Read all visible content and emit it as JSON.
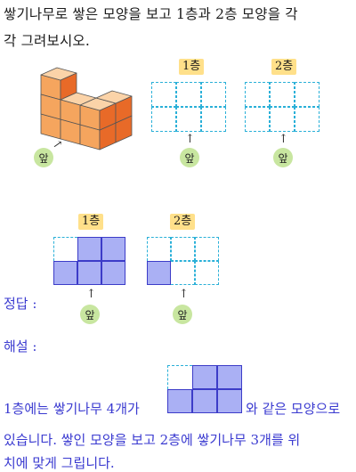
{
  "question": {
    "line1": "쌓기나무로 쌓은 모양을 보고 1층과 2층 모양을 각",
    "line2": "각 그려보시오."
  },
  "labels": {
    "floor1": "1층",
    "floor2": "2층",
    "front": "앞"
  },
  "answer": {
    "label": "정답 :"
  },
  "explanation": {
    "label": "해설 :",
    "line1_before": "1층에는 쌓기나무 4개가",
    "line1_after": "와 같은 모양으로",
    "line2": "있습니다. 쌓인 모양을 보고 2층에 쌓기나무 3개를 위",
    "line3": "치에 맞게 그립니다."
  },
  "grids": {
    "floor1_answer": [
      "empty",
      "filled",
      "filled",
      "filled",
      "filled",
      "filled"
    ],
    "floor2_answer": [
      "empty",
      "empty",
      "empty",
      "filled",
      "empty",
      "empty"
    ],
    "explanation_grid": [
      "empty",
      "filled",
      "filled",
      "filled",
      "filled",
      "filled"
    ]
  },
  "colors": {
    "filled": "#aab0f4",
    "filled_border": "#3c3cc8",
    "dashed": "#2ab0d8",
    "cube_top": "#fbd3a8",
    "cube_left": "#f5a55e",
    "cube_right": "#e86a28",
    "label_bg": "#ffe08a",
    "front_bg": "#c8e6a0",
    "answer_text": "#3a3ad0"
  }
}
